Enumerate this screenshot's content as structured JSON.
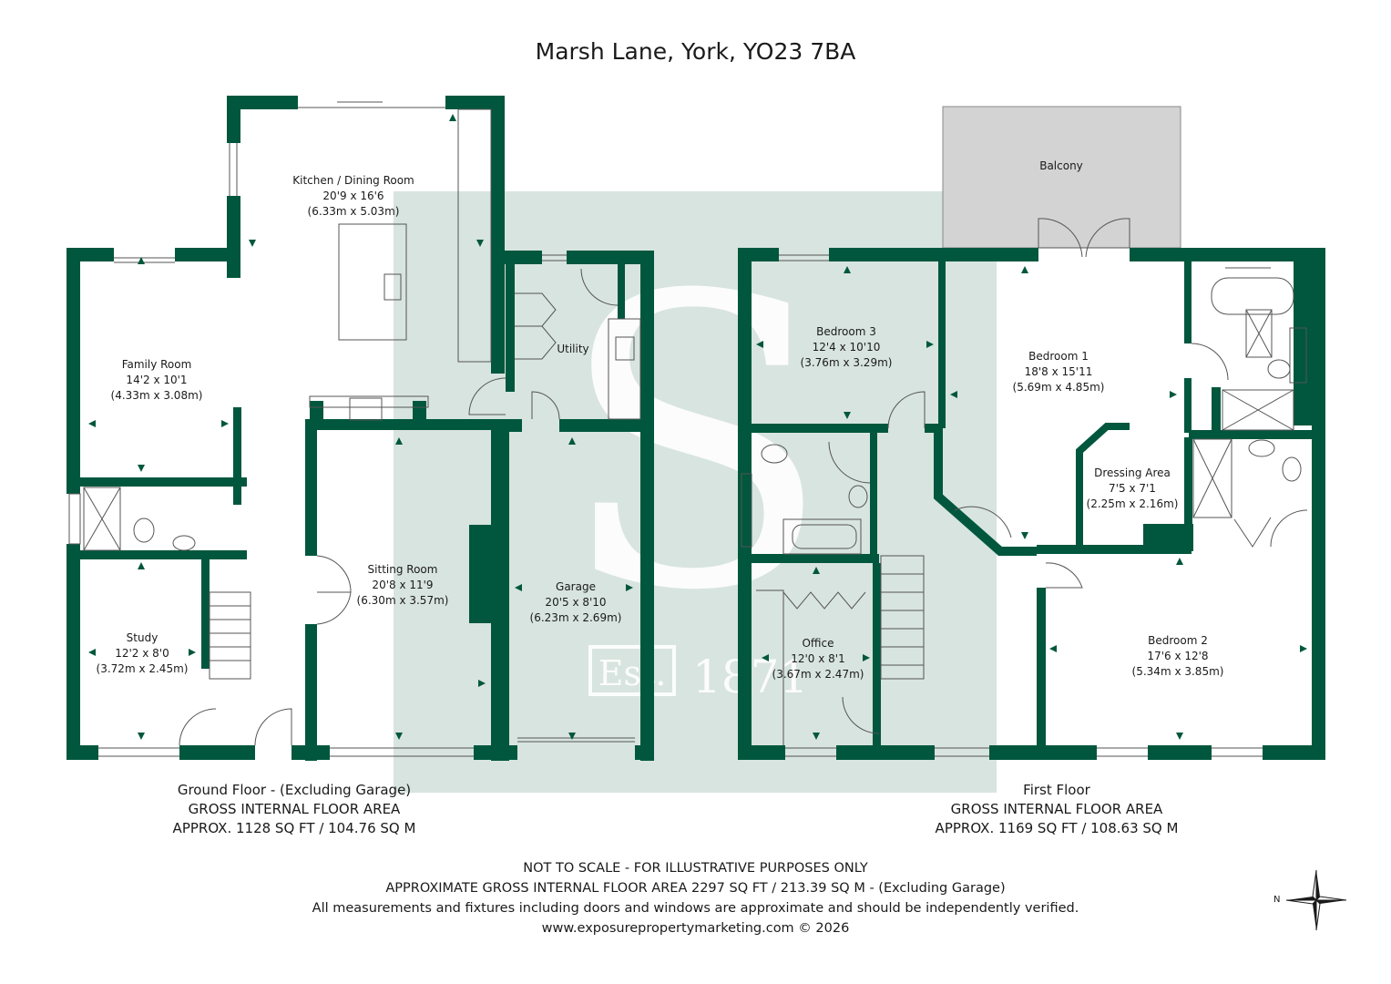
{
  "title": "Marsh Lane, York, YO23 7BA",
  "colors": {
    "wall": "#00573d",
    "watermark": "#8fb3a2",
    "balcony": "#d3d3d3",
    "ink": "#1a1a1a"
  },
  "watermark": {
    "letter": "S",
    "est": "Est.",
    "year": "1871"
  },
  "rooms": {
    "kitchen": {
      "name": "Kitchen / Dining Room",
      "imperial": "20'9 x 16'6",
      "metric": "(6.33m x 5.03m)"
    },
    "family": {
      "name": "Family Room",
      "imperial": "14'2 x 10'1",
      "metric": "(4.33m x 3.08m)"
    },
    "utility": {
      "name": "Utility"
    },
    "sitting": {
      "name": "Sitting Room",
      "imperial": "20'8 x 11'9",
      "metric": "(6.30m x 3.57m)"
    },
    "garage": {
      "name": "Garage",
      "imperial": "20'5 x 8'10",
      "metric": "(6.23m x 2.69m)"
    },
    "study": {
      "name": "Study",
      "imperial": "12'2 x 8'0",
      "metric": "(3.72m x 2.45m)"
    },
    "balcony": {
      "name": "Balcony"
    },
    "bedroom3": {
      "name": "Bedroom 3",
      "imperial": "12'4 x 10'10",
      "metric": "(3.76m x 3.29m)"
    },
    "bedroom1": {
      "name": "Bedroom 1",
      "imperial": "18'8 x 15'11",
      "metric": "(5.69m x 4.85m)"
    },
    "dressing": {
      "name": "Dressing Area",
      "imperial": "7'5 x 7'1",
      "metric": "(2.25m x 2.16m)"
    },
    "office": {
      "name": "Office",
      "imperial": "12'0 x 8'1",
      "metric": "(3.67m x 2.47m)"
    },
    "bedroom2": {
      "name": "Bedroom 2",
      "imperial": "17'6 x 12'8",
      "metric": "(5.34m x 3.85m)"
    }
  },
  "ground_floor": {
    "line1": "Ground Floor - (Excluding Garage)",
    "line2": "GROSS INTERNAL FLOOR AREA",
    "line3": "APPROX. 1128 SQ FT / 104.76 SQ M"
  },
  "first_floor": {
    "line1": "First Floor",
    "line2": "GROSS INTERNAL FLOOR AREA",
    "line3": "APPROX. 1169 SQ FT / 108.63 SQ M"
  },
  "footer": {
    "line1": "NOT TO SCALE - FOR ILLUSTRATIVE PURPOSES ONLY",
    "line2": "APPROXIMATE GROSS INTERNAL FLOOR AREA 2297 SQ FT / 213.39 SQ M - (Excluding Garage)",
    "line3": "All measurements and fixtures including doors and windows are approximate and should be independently verified.",
    "line4": "www.exposurepropertymarketing.com © 2026"
  },
  "compass": {
    "label": "N",
    "icon": "compass-rose-icon"
  }
}
